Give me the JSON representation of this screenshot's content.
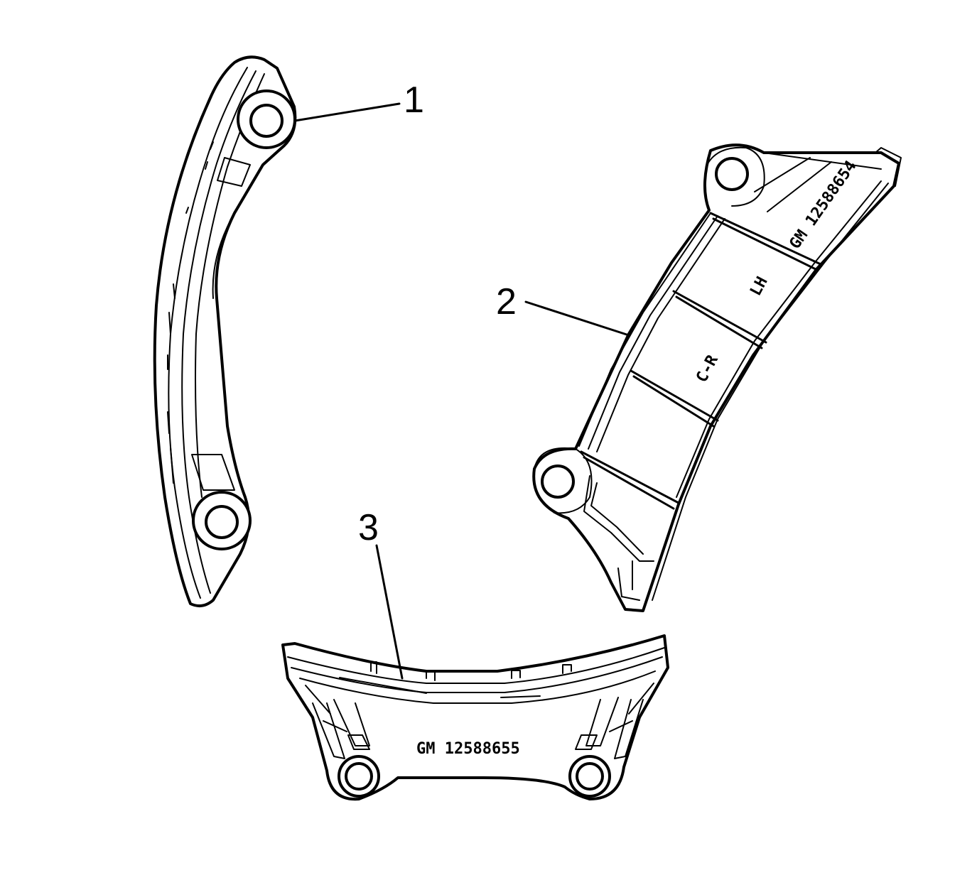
{
  "callouts": [
    "1",
    "2",
    "3"
  ],
  "part2_markings": {
    "part_number": "GM 12588654",
    "side": "LH",
    "code": "C-R"
  },
  "part3_markings": {
    "part_number": "GM 12588655"
  }
}
